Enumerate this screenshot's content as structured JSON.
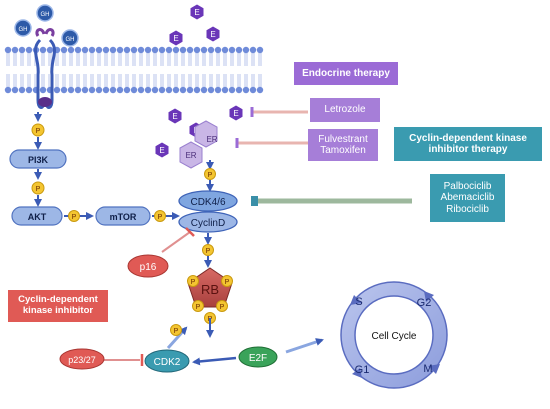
{
  "receptor": {
    "ligand_label": "GH"
  },
  "estrogen": {
    "label": "E"
  },
  "phospho": {
    "label": "P"
  },
  "nodes": {
    "pi3k": "PI3K",
    "akt": "AKT",
    "mtor": "mTOR",
    "er_top": "ER",
    "er_bottom": "ER",
    "cdk46": "CDK4/6",
    "cyclind": "CyclinD",
    "p16": "p16",
    "rb": "RB",
    "cdk2": "CDK2",
    "p2327": "p23/27",
    "e2f": "E2F"
  },
  "therapies": {
    "endocrine_title": "Endocrine therapy",
    "letrozole": "Letrozole",
    "fulvestrant_tamoxifen": [
      "Fulvestrant",
      "Tamoxifen"
    ],
    "cdk_title": [
      "Cyclin-dependent kinase",
      "inhibitor therapy"
    ],
    "cdk_drugs": [
      "Palbociclib",
      "Abemaciclib",
      "Ribociclib"
    ],
    "cdk_inhibitor_label": [
      "Cyclin-dependent",
      "kinase inhibitor"
    ]
  },
  "cell_cycle": {
    "title": "Cell Cycle",
    "phases": {
      "s": "S",
      "g2": "G2",
      "m": "M",
      "g1": "G1"
    }
  },
  "colors": {
    "membrane": "#6f8bd9",
    "arrow": "#3b5bb5",
    "phospho_fill": "#f4c531",
    "node_blue": "#9db7e6",
    "estrogen": "#6a36b8",
    "er": "#c9b6e6",
    "endocrine": "#9b6bd6",
    "cdk_therapy": "#3a9bb0",
    "red_inhibitor": "#e05a55",
    "rb": "#c2514e",
    "e2f": "#3aa35a",
    "cell_cycle_ring": "#7d8fd6"
  }
}
